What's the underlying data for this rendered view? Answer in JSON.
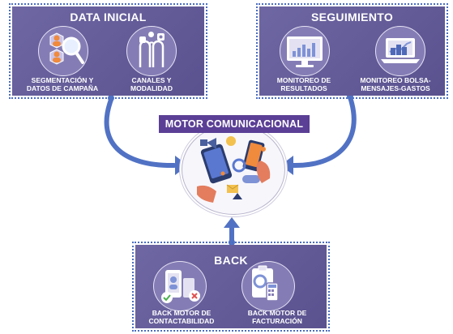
{
  "data_inicial": {
    "title": "DATA INICIAL",
    "item_1": {
      "line1": "SEGMENTACIÓN Y",
      "line2": "DATOS DE CAMPAÑA"
    },
    "item_2": {
      "line1": "CANALES Y",
      "line2": "MODALIDAD"
    }
  },
  "seguimiento": {
    "title": "SEGUIMIENTO",
    "item_1": {
      "line1": "MONITOREO DE",
      "line2": "RESULTADOS"
    },
    "item_2": {
      "line1": "MONITOREO BOLSA-",
      "line2": "MENSAJES-GASTOS"
    }
  },
  "center": {
    "title": "MOTOR COMUNICACIONAL"
  },
  "back": {
    "title": "BACK",
    "item_1": {
      "line1": "BACK MOTOR DE",
      "line2": "CONTACTABILIDAD"
    },
    "item_2": {
      "line1": "BACK MOTOR DE",
      "line2": "FACTURACIÓN"
    }
  },
  "colors": {
    "panel": "#6e67a3",
    "badge": "#5b3f96",
    "arrow": "#5172c4",
    "outline": "#4a6dbf"
  },
  "icons": [
    "people-search-icon",
    "social-media-icon",
    "monitor-chart-icon",
    "laptop-chart-icon",
    "phone-contact-icon",
    "calculator-invoice-icon"
  ]
}
